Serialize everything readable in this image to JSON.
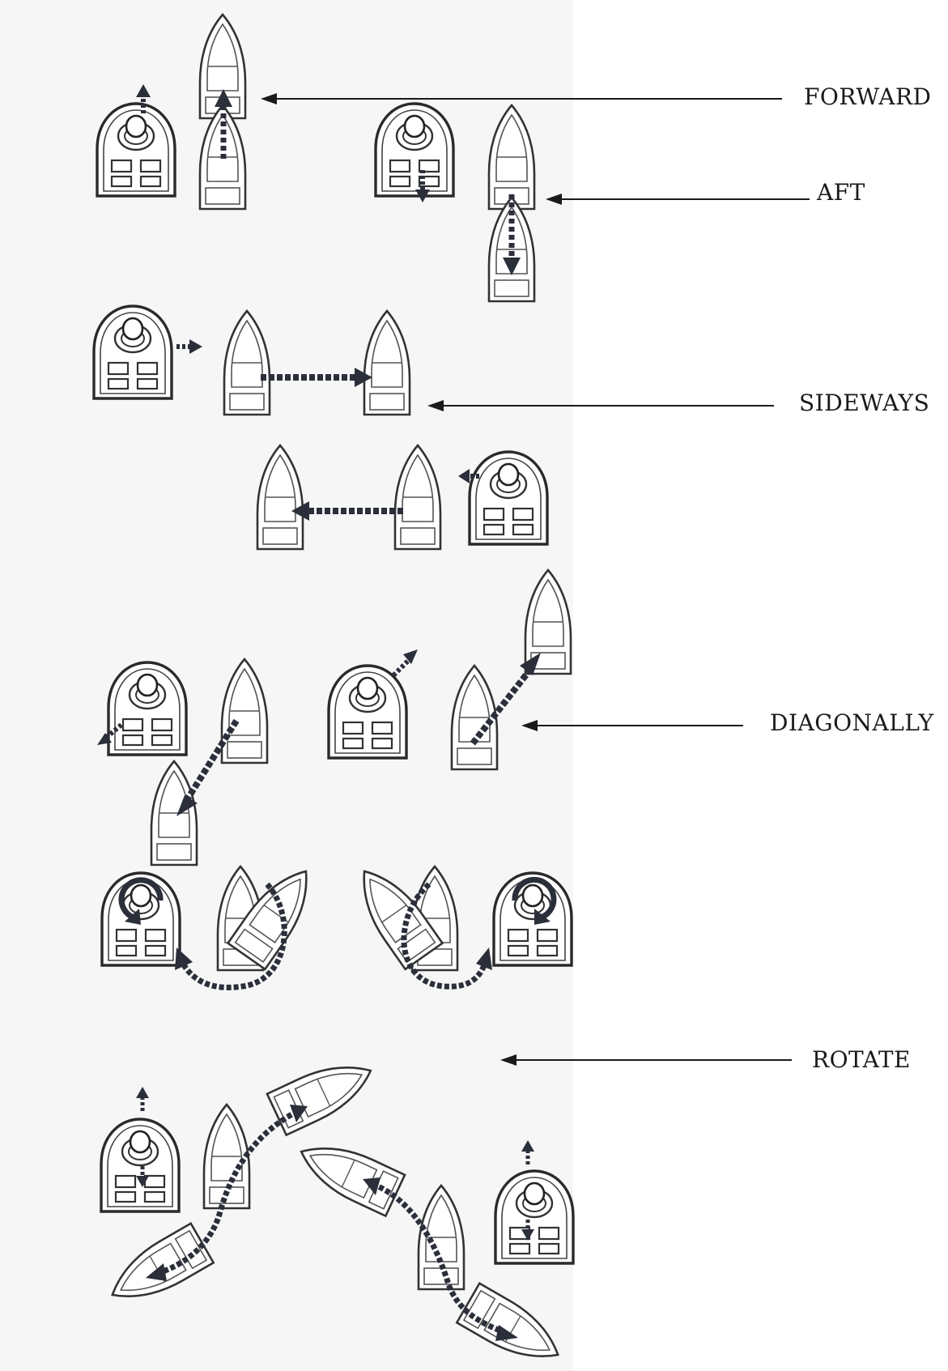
{
  "labels": {
    "forward": "FORWARD",
    "aft": "AFT",
    "sideways": "SIDEWAYS",
    "diagonally": "DIAGONALLY",
    "rotate": "ROTATE"
  },
  "icons": [
    "joystick-icon",
    "boat-icon",
    "movement-arrow-icon",
    "rotation-arrow-icon",
    "pointer-arrow-icon"
  ],
  "colors": {
    "ink": "#1a1a1a",
    "arrow": "#2b2f3a",
    "panel": "#f6f6f7",
    "background": "#ffffff"
  }
}
